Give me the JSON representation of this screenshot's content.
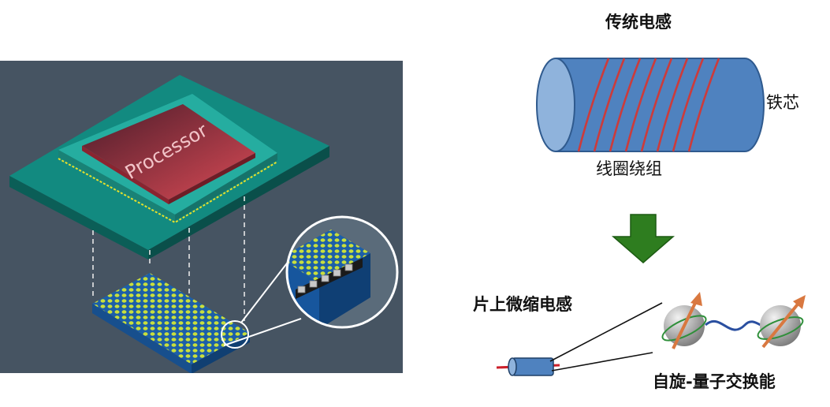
{
  "left_illustration": {
    "processor_label": "Processor"
  },
  "right_diagram": {
    "title_traditional": "传统电感",
    "label_core": "铁芯",
    "label_winding": "线圈绕组",
    "label_onchip": "片上微缩电感",
    "label_spin": "自旋-量子交换能"
  },
  "colors": {
    "panel_bg": "#465462",
    "board": "#128a80",
    "processor": "#c4404c",
    "core_blue": "#4f82bf",
    "coil": "#cc3b3b",
    "arrow_green": "#2e7d1f"
  }
}
